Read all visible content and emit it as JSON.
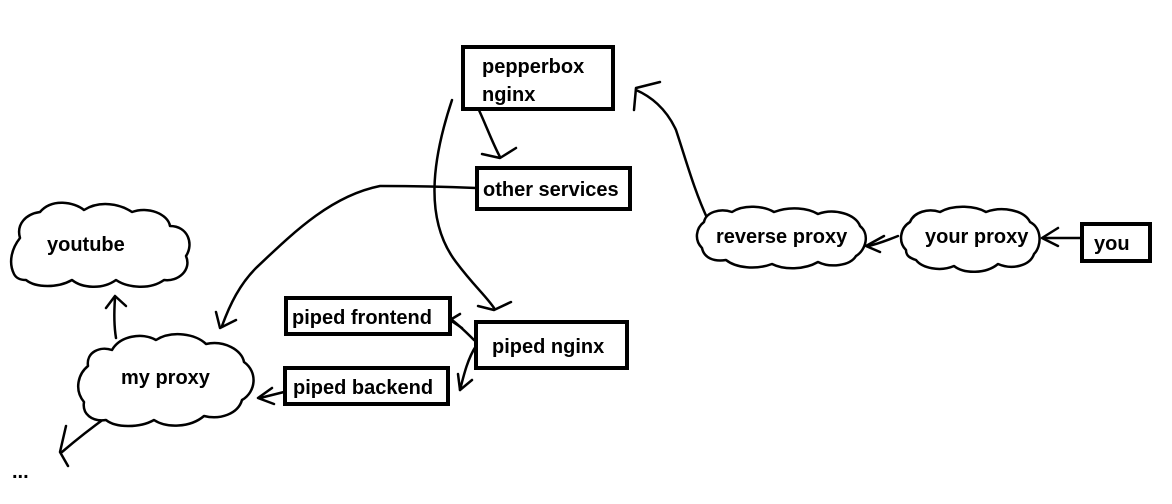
{
  "diagram": {
    "nodes": {
      "pepperbox_nginx": {
        "line1": "pepperbox",
        "line2": "nginx",
        "shape": "box"
      },
      "other_services": {
        "label": "other services",
        "shape": "box"
      },
      "piped_frontend": {
        "label": "piped frontend",
        "shape": "box"
      },
      "piped_nginx": {
        "label": "piped nginx",
        "shape": "box"
      },
      "piped_backend": {
        "label": "piped backend",
        "shape": "box"
      },
      "youtube": {
        "label": "youtube",
        "shape": "cloud"
      },
      "my_proxy": {
        "label": "my proxy",
        "shape": "cloud"
      },
      "reverse_proxy": {
        "label": "reverse proxy",
        "shape": "cloud"
      },
      "your_proxy": {
        "label": "your proxy",
        "shape": "cloud"
      },
      "you": {
        "label": "you",
        "shape": "box"
      },
      "ellipsis": {
        "label": "..."
      }
    },
    "edges": [
      {
        "from": "you",
        "to": "your proxy"
      },
      {
        "from": "your proxy",
        "to": "reverse proxy"
      },
      {
        "from": "reverse proxy",
        "to": "pepperbox nginx"
      },
      {
        "from": "pepperbox nginx",
        "to": "other services"
      },
      {
        "from": "pepperbox nginx",
        "to": "piped nginx"
      },
      {
        "from": "other services",
        "to": "my proxy"
      },
      {
        "from": "piped nginx",
        "to": "piped frontend"
      },
      {
        "from": "piped nginx",
        "to": "piped backend"
      },
      {
        "from": "piped backend",
        "to": "my proxy"
      },
      {
        "from": "my proxy",
        "to": "youtube"
      },
      {
        "from": "my proxy",
        "to": "..."
      }
    ],
    "colors": {
      "stroke": "#000000",
      "background": "#ffffff"
    }
  }
}
